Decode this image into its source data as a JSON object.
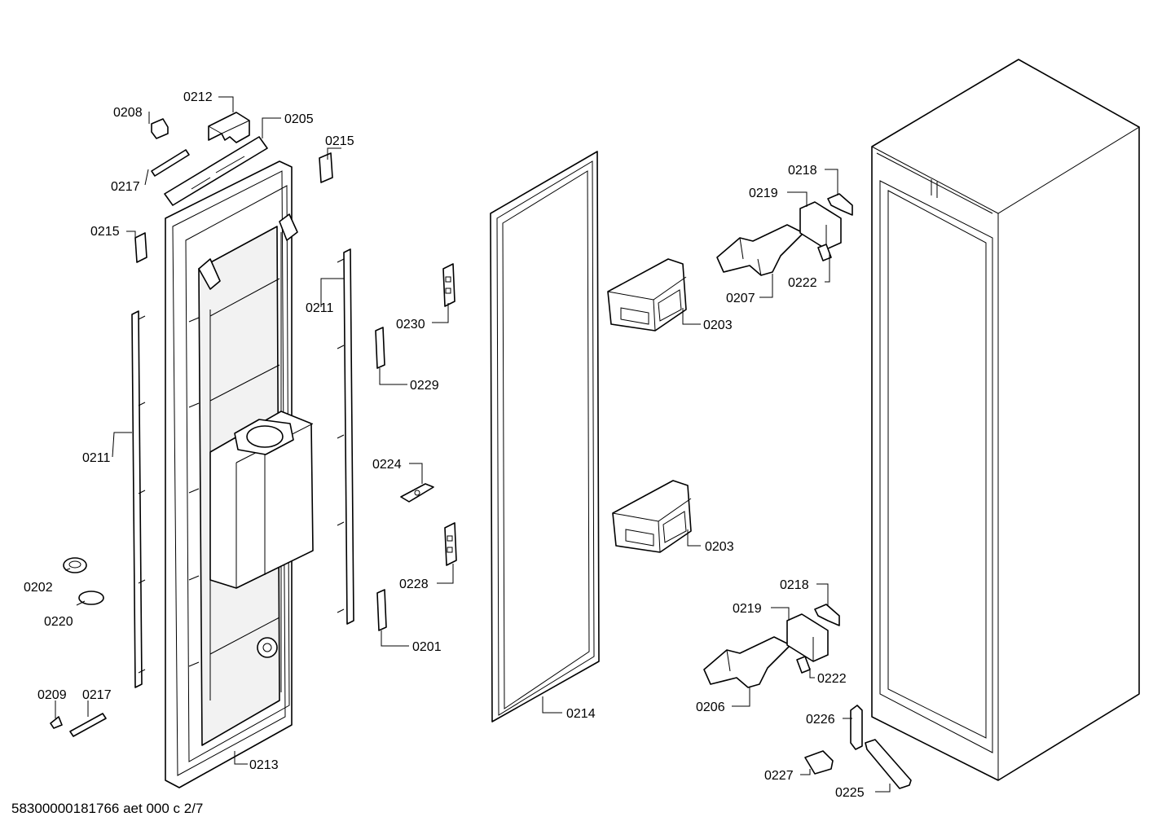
{
  "footer": "58300000181766 aet 000 c 2/7",
  "labels": {
    "l0208": "0208",
    "l0212": "0212",
    "l0205": "0205",
    "l0215a": "0215",
    "l0217a": "0217",
    "l0215b": "0215",
    "l0211a": "0211",
    "l0211b": "0211",
    "l0230": "0230",
    "l0229": "0229",
    "l0224": "0224",
    "l0228": "0228",
    "l0201": "0201",
    "l0202": "0202",
    "l0220": "0220",
    "l0209": "0209",
    "l0217b": "0217",
    "l0213": "0213",
    "l0214": "0214",
    "l0203a": "0203",
    "l0203b": "0203",
    "l0218a": "0218",
    "l0219a": "0219",
    "l0207": "0207",
    "l0222a": "0222",
    "l0218b": "0218",
    "l0219b": "0219",
    "l0222b": "0222",
    "l0206": "0206",
    "l0226": "0226",
    "l0227": "0227",
    "l0225": "0225"
  }
}
